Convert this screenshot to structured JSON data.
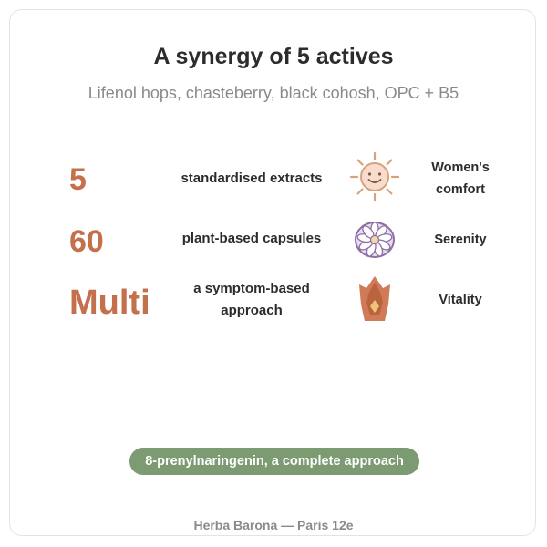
{
  "header": {
    "title": "A synergy of 5 actives",
    "subtitle": "Lifenol hops, chasteberry, black cohosh, OPC + B5"
  },
  "stats": [
    {
      "value": "5",
      "label": "standardised extracts"
    },
    {
      "value": "60",
      "label": "plant-based capsules"
    },
    {
      "value": "Multi",
      "label": "a symptom-based approach"
    }
  ],
  "benefits": [
    {
      "icon": "smiling-sun-icon",
      "label": "Women's comfort"
    },
    {
      "icon": "flower-rosette-icon",
      "label": "Serenity"
    },
    {
      "icon": "flame-leaf-icon",
      "label": "Vitality"
    }
  ],
  "badge": {
    "label": "8-prenylnaringenin, a complete approach"
  },
  "footer": {
    "text": "Herba Barona — Paris 12e"
  },
  "colors": {
    "accent": "#c5704d",
    "badge_bg": "#7d9b72",
    "sun_face": "#f9dccb",
    "flower_purple": "#8e6fa5",
    "flame": "#d07a58"
  }
}
